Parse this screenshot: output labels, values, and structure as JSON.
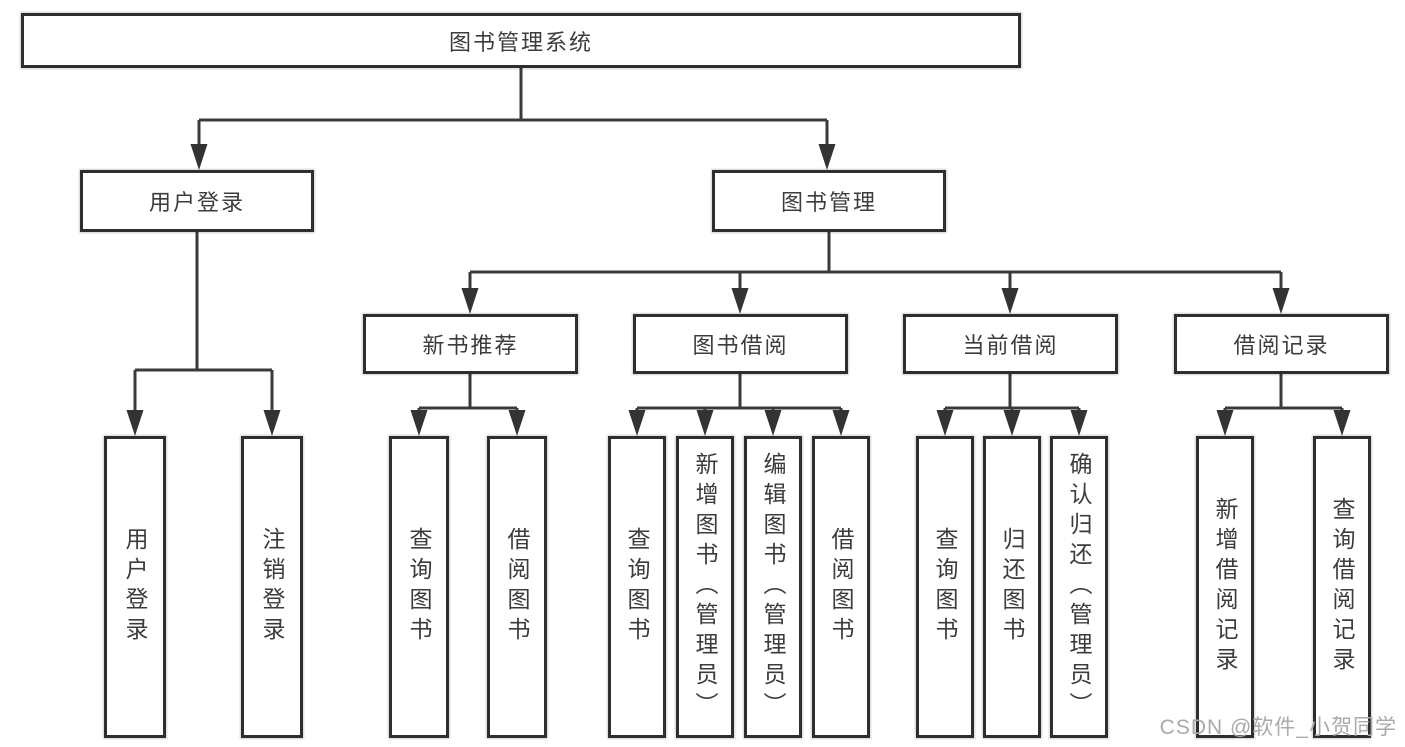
{
  "title": "图书管理系统",
  "branches": [
    {
      "label": "用户登录",
      "children": [
        {
          "label": "用户登录"
        },
        {
          "label": "注销登录"
        }
      ]
    },
    {
      "label": "图书管理",
      "groups": [
        {
          "label": "新书推荐",
          "children": [
            {
              "label": "查询图书"
            },
            {
              "label": "借阅图书"
            }
          ]
        },
        {
          "label": "图书借阅",
          "children": [
            {
              "label": "查询图书"
            },
            {
              "label": "新增图书（管理员）"
            },
            {
              "label": "编辑图书（管理员）"
            },
            {
              "label": "借阅图书"
            }
          ]
        },
        {
          "label": "当前借阅",
          "children": [
            {
              "label": "查询图书"
            },
            {
              "label": "归还图书"
            },
            {
              "label": "确认归还（管理员）"
            }
          ]
        },
        {
          "label": "借阅记录",
          "children": [
            {
              "label": "新增借阅记录"
            },
            {
              "label": "查询借阅记录"
            }
          ]
        }
      ]
    }
  ],
  "watermark": "CSDN @软件_小贺同学",
  "colors": {
    "background": "#ffffff",
    "box_border": "#2e2e2e",
    "line": "#3a3a3a",
    "text": "#3c3c3c",
    "watermark": "#a9a9ae"
  }
}
